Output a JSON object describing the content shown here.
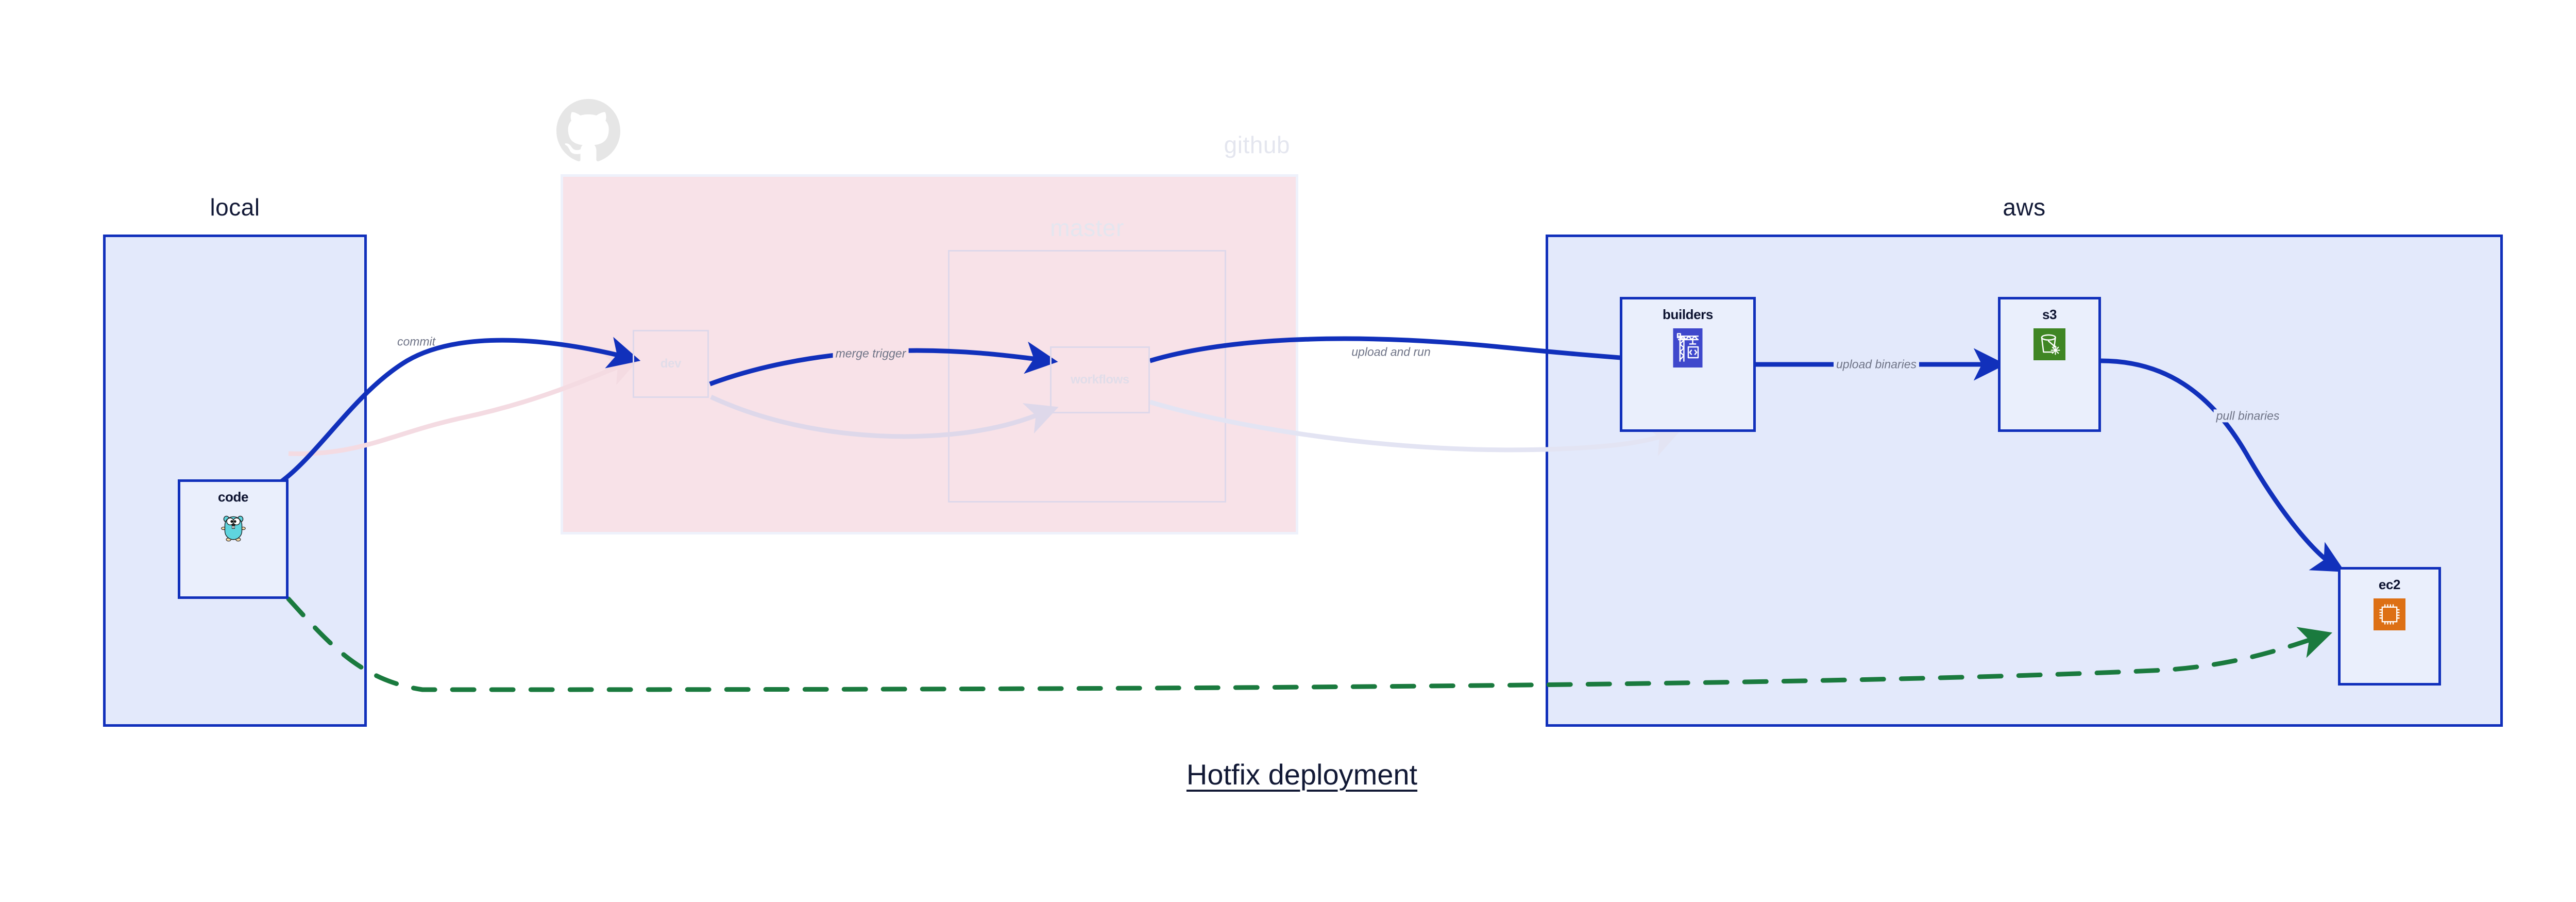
{
  "title": "Hotfix deployment",
  "colors": {
    "edge_blue": "#1130bb",
    "edge_green": "#1a7a3e",
    "group_border": "#1130bb",
    "cloud_fill": "#e3e9fb",
    "repo_fill": "#f8e2e8",
    "node_fill": "#eaeffc",
    "label_gray": "#6f7487",
    "faded_gray": "#e4e6ef",
    "ghost_border": "#ded8ea",
    "builders_icon_bg": "#3f48cc",
    "s3_icon_bg": "#3f8624",
    "ec2_icon_bg": "#dd7015",
    "gopher_body": "#5fd4de",
    "octocat_gray": "#e6e6e6"
  },
  "groups": [
    {
      "id": "local",
      "label": "local",
      "faded": false
    },
    {
      "id": "github",
      "label": "github",
      "faded": true
    },
    {
      "id": "aws",
      "label": "aws",
      "faded": false
    }
  ],
  "subgroups": [
    {
      "id": "master",
      "label": "master",
      "faded": true
    }
  ],
  "nodes": [
    {
      "id": "code",
      "label": "code",
      "icon": "go-gopher-icon",
      "ghost": false
    },
    {
      "id": "dev",
      "label": "dev",
      "icon": "none",
      "ghost": true
    },
    {
      "id": "workflows",
      "label": "workflows",
      "icon": "none",
      "ghost": true
    },
    {
      "id": "builders",
      "label": "builders",
      "icon": "aws-codebuild-crane-icon",
      "ghost": false
    },
    {
      "id": "s3",
      "label": "s3",
      "icon": "aws-s3-bucket-icon",
      "ghost": false
    },
    {
      "id": "ec2",
      "label": "ec2",
      "icon": "aws-ec2-chip-icon",
      "ghost": false
    }
  ],
  "edges": [
    {
      "id": "commit",
      "label": "commit",
      "from": "code",
      "to": "dev",
      "style": "solid",
      "color": "#1130bb",
      "emphasis": "strong"
    },
    {
      "id": "merge-trigger",
      "label": "merge trigger",
      "from": "dev",
      "to": "workflows",
      "style": "solid",
      "color": "#1130bb",
      "emphasis": "strong"
    },
    {
      "id": "upload-and-run",
      "label": "upload and run",
      "from": "workflows",
      "to": "builders",
      "style": "solid",
      "color": "#1130bb",
      "emphasis": "strong"
    },
    {
      "id": "upload-binaries",
      "label": "upload binaries",
      "from": "builders",
      "to": "s3",
      "style": "solid",
      "color": "#1130bb",
      "emphasis": "strong"
    },
    {
      "id": "pull-binaries",
      "label": "pull binaries",
      "from": "s3",
      "to": "ec2",
      "style": "solid",
      "color": "#1130bb",
      "emphasis": "strong"
    },
    {
      "id": "hotfix-direct",
      "label": "",
      "from": "code",
      "to": "ec2",
      "style": "dashed",
      "color": "#1a7a3e",
      "emphasis": "strong"
    },
    {
      "id": "faded-code-dev",
      "label": "",
      "from": "code",
      "to": "dev",
      "style": "solid",
      "color": "#f4dbe2",
      "emphasis": "faded"
    },
    {
      "id": "faded-dev-workflows",
      "label": "",
      "from": "dev",
      "to": "workflows",
      "style": "solid",
      "color": "#ded8ea",
      "emphasis": "faded"
    },
    {
      "id": "faded-workflows-build",
      "label": "",
      "from": "workflows",
      "to": "builders",
      "style": "solid",
      "color": "#e3e4f3",
      "emphasis": "faded"
    }
  ],
  "icons": {
    "go-gopher-icon": "Go language gopher mascot",
    "aws-codebuild-crane-icon": "blue square with white construction crane and code brackets",
    "aws-s3-bucket-icon": "green square with white bucket and snowflake",
    "aws-ec2-chip-icon": "orange square with white CPU chip",
    "github-octocat-icon": "pale gray GitHub octocat logo"
  }
}
